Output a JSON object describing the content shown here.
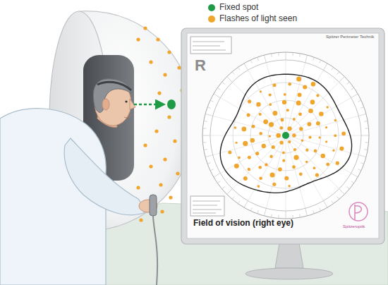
{
  "diagram": {
    "labels": [
      "R",
      "Spitzer Perimeter Technik",
      "Field of vision (right eye)",
      "Spitzeroptik"
    ],
    "legend": [
      {
        "text": "Fixed spot",
        "color": "#1f9a45"
      },
      {
        "text": "Flashes of light seen",
        "color": "#f0a62c"
      }
    ]
  }
}
